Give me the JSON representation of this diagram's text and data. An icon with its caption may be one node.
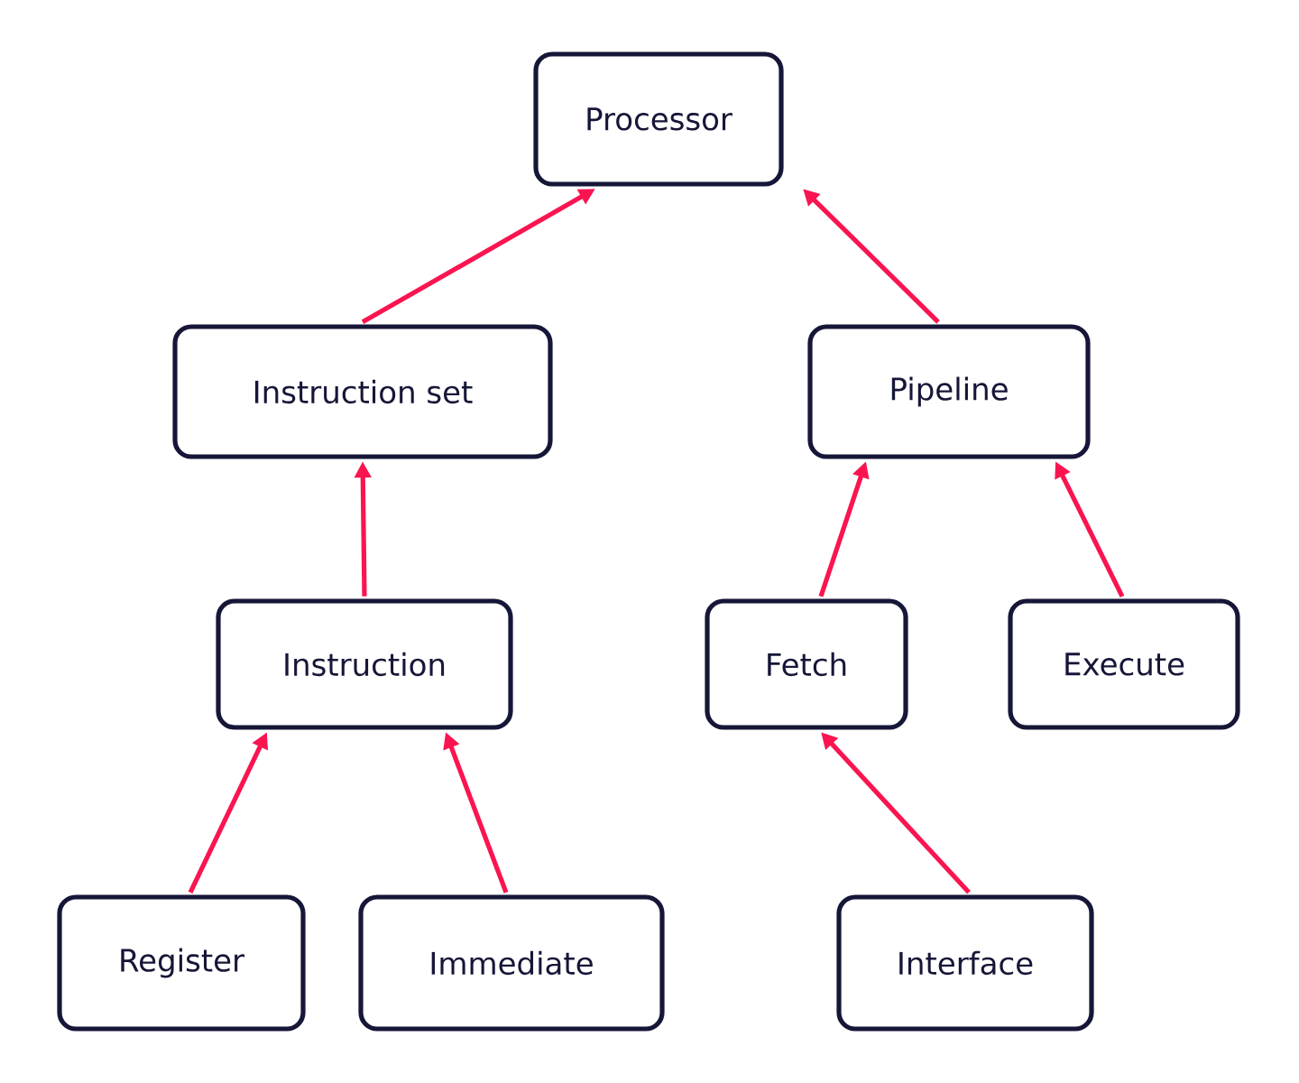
{
  "diagram": {
    "nodes": [
      {
        "text": [
          "Processor"
        ]
      },
      {
        "text": [
          "Instruction set"
        ]
      },
      {
        "text": [
          "Pipeline"
        ]
      },
      {
        "text": [
          "Instruction"
        ]
      },
      {
        "text": [
          "Fetch"
        ]
      },
      {
        "text": [
          "Execute"
        ]
      },
      {
        "text": [
          "Register"
        ]
      },
      {
        "text": [
          "Immediate"
        ]
      },
      {
        "text": [
          "Interface"
        ]
      }
    ],
    "edges": [
      {
        "from": 1,
        "to": 0,
        "arrow": "to"
      },
      {
        "from": 2,
        "to": 0,
        "arrow": "to"
      },
      {
        "from": 3,
        "to": 1,
        "arrow": "to"
      },
      {
        "from": 4,
        "to": 2,
        "arrow": "to"
      },
      {
        "from": 5,
        "to": 2,
        "arrow": "to"
      },
      {
        "from": 6,
        "to": 3,
        "arrow": "to"
      },
      {
        "from": 7,
        "to": 3,
        "arrow": "to"
      },
      {
        "from": 8,
        "to": 4,
        "arrow": "to"
      }
    ]
  }
}
